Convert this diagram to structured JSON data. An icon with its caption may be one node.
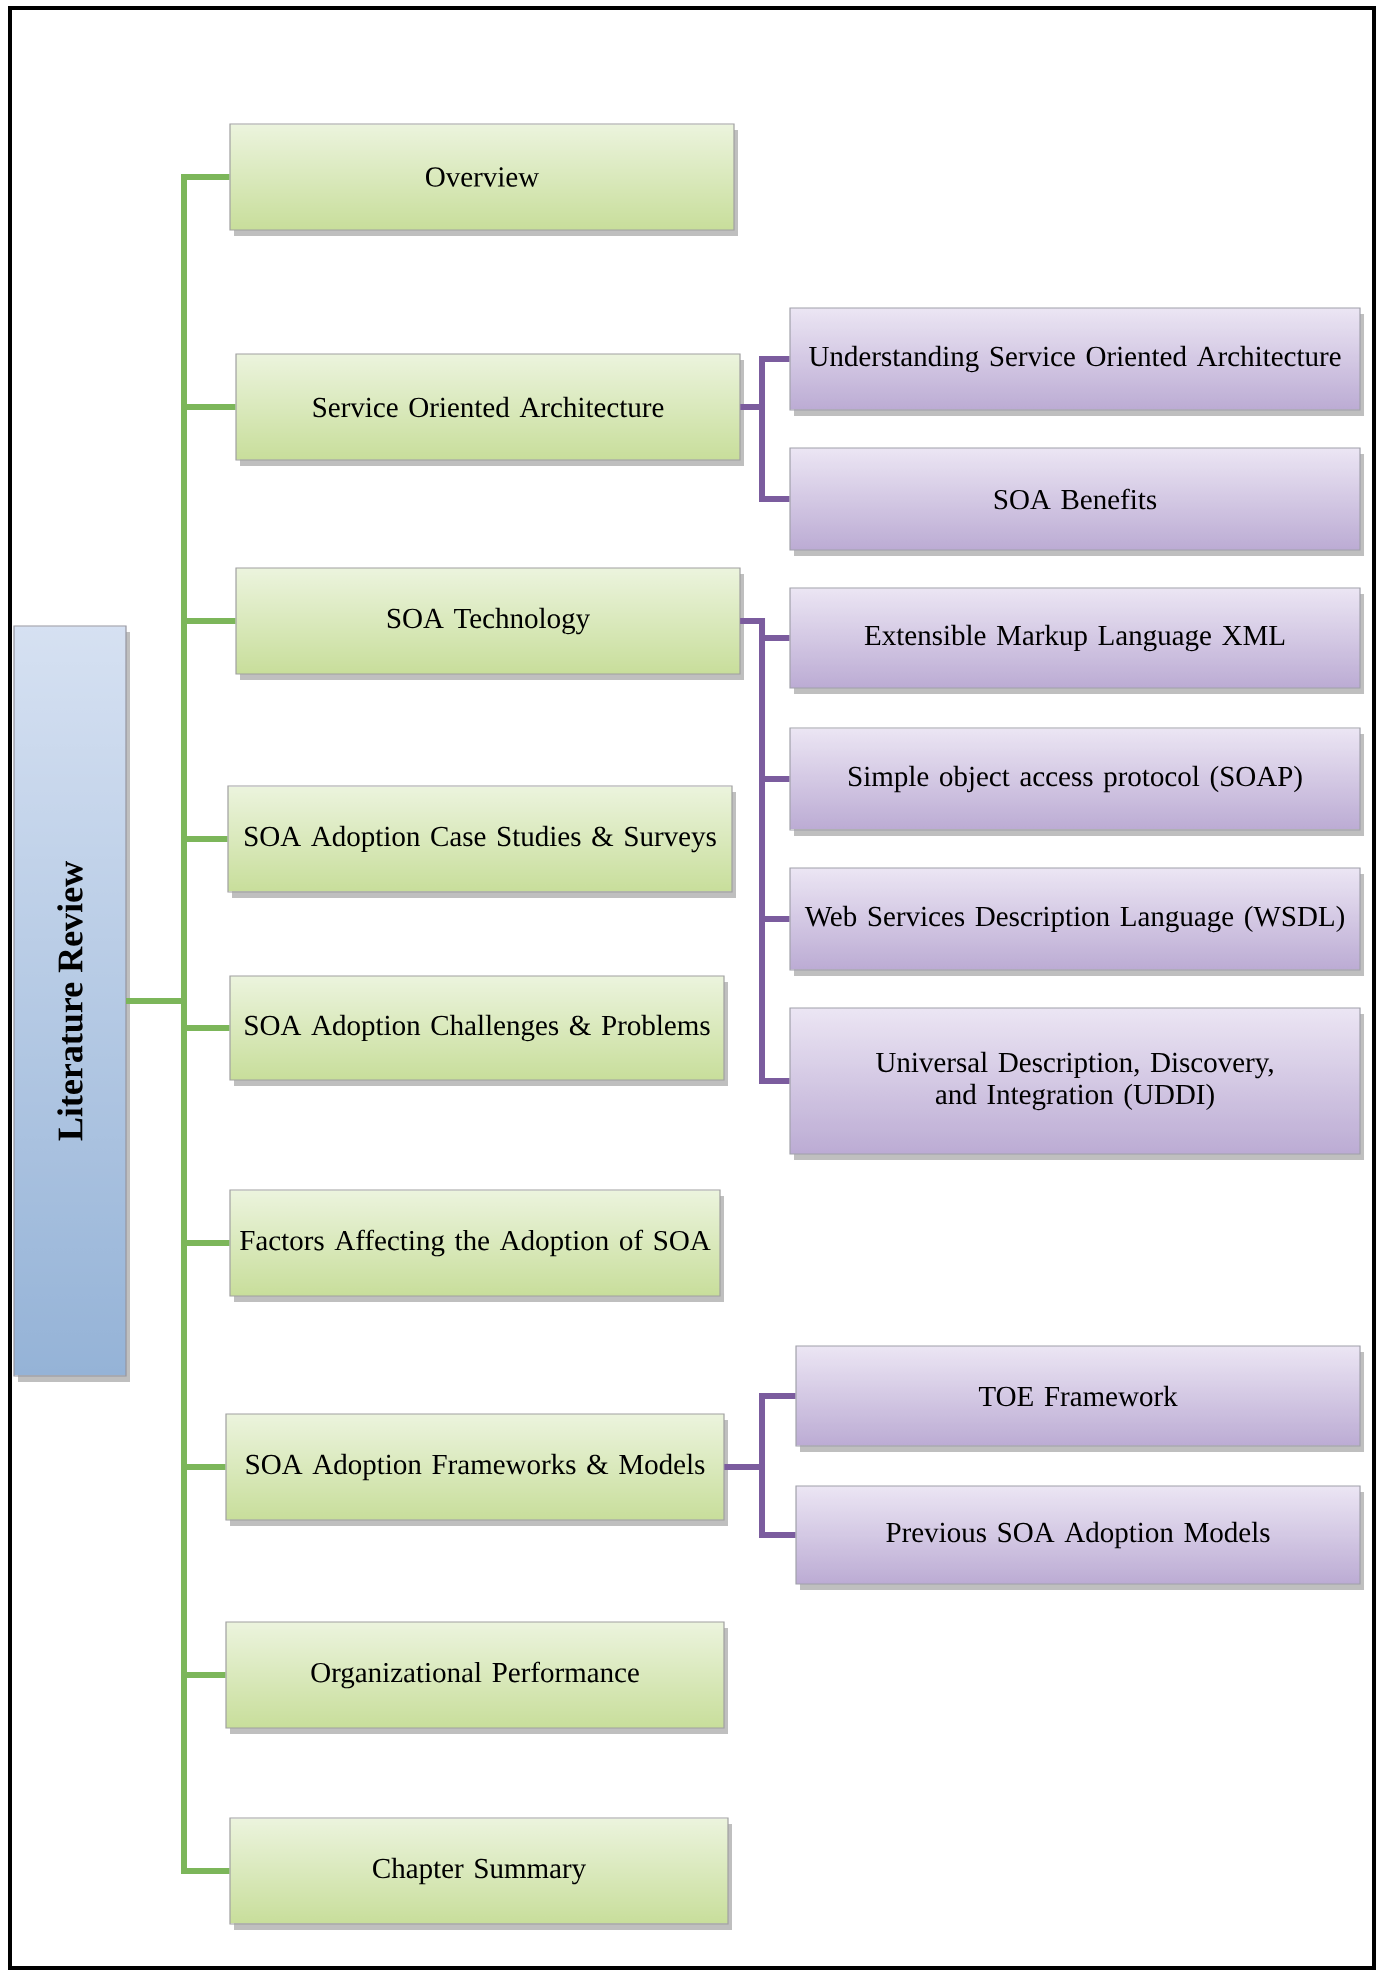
{
  "diagram": {
    "nodes": [
      {
        "text": [
          "Literature Review"
        ]
      },
      {
        "text": [
          "Overview"
        ]
      },
      {
        "text": [
          "Service Oriented Architecture"
        ]
      },
      {
        "text": [
          "SOA Technology"
        ]
      },
      {
        "text": [
          "SOA Adoption Case Studies & Surveys"
        ]
      },
      {
        "text": [
          "SOA Adoption Challenges & Problems"
        ]
      },
      {
        "text": [
          "Factors Affecting the Adoption of SOA"
        ]
      },
      {
        "text": [
          "SOA Adoption Frameworks & Models"
        ]
      },
      {
        "text": [
          "Organizational Performance"
        ]
      },
      {
        "text": [
          "Chapter Summary"
        ]
      },
      {
        "text": [
          "Understanding Service Oriented Architecture"
        ]
      },
      {
        "text": [
          "SOA Benefits"
        ]
      },
      {
        "text": [
          "Extensible Markup Language XML"
        ]
      },
      {
        "text": [
          "Simple object access protocol (SOAP)"
        ]
      },
      {
        "text": [
          "Web Services Description Language (WSDL)"
        ]
      },
      {
        "text": [
          "Universal Description, Discovery, and Integration (UDDI)"
        ]
      },
      {
        "text": [
          "TOE  Framework"
        ]
      },
      {
        "text": [
          "Previous SOA Adoption Models"
        ]
      }
    ],
    "edges": [
      {
        "from": 0,
        "to": 1,
        "arrow": "none"
      },
      {
        "from": 0,
        "to": 2,
        "arrow": "none"
      },
      {
        "from": 0,
        "to": 3,
        "arrow": "none"
      },
      {
        "from": 0,
        "to": 4,
        "arrow": "none"
      },
      {
        "from": 0,
        "to": 5,
        "arrow": "none"
      },
      {
        "from": 0,
        "to": 6,
        "arrow": "none"
      },
      {
        "from": 0,
        "to": 7,
        "arrow": "none"
      },
      {
        "from": 0,
        "to": 8,
        "arrow": "none"
      },
      {
        "from": 0,
        "to": 9,
        "arrow": "none"
      },
      {
        "from": 2,
        "to": 10,
        "arrow": "none",
        "color": "#7b5c9e"
      },
      {
        "from": 2,
        "to": 11,
        "arrow": "none",
        "color": "#7b5c9e"
      },
      {
        "from": 3,
        "to": 12,
        "arrow": "none",
        "color": "#7b5c9e"
      },
      {
        "from": 3,
        "to": 13,
        "arrow": "none",
        "color": "#7b5c9e"
      },
      {
        "from": 3,
        "to": 14,
        "arrow": "none",
        "color": "#7b5c9e"
      },
      {
        "from": 3,
        "to": 15,
        "arrow": "none",
        "color": "#7b5c9e"
      },
      {
        "from": 7,
        "to": 16,
        "arrow": "none",
        "color": "#7b5c9e"
      },
      {
        "from": 7,
        "to": 17,
        "arrow": "none",
        "color": "#7b5c9e"
      }
    ]
  }
}
